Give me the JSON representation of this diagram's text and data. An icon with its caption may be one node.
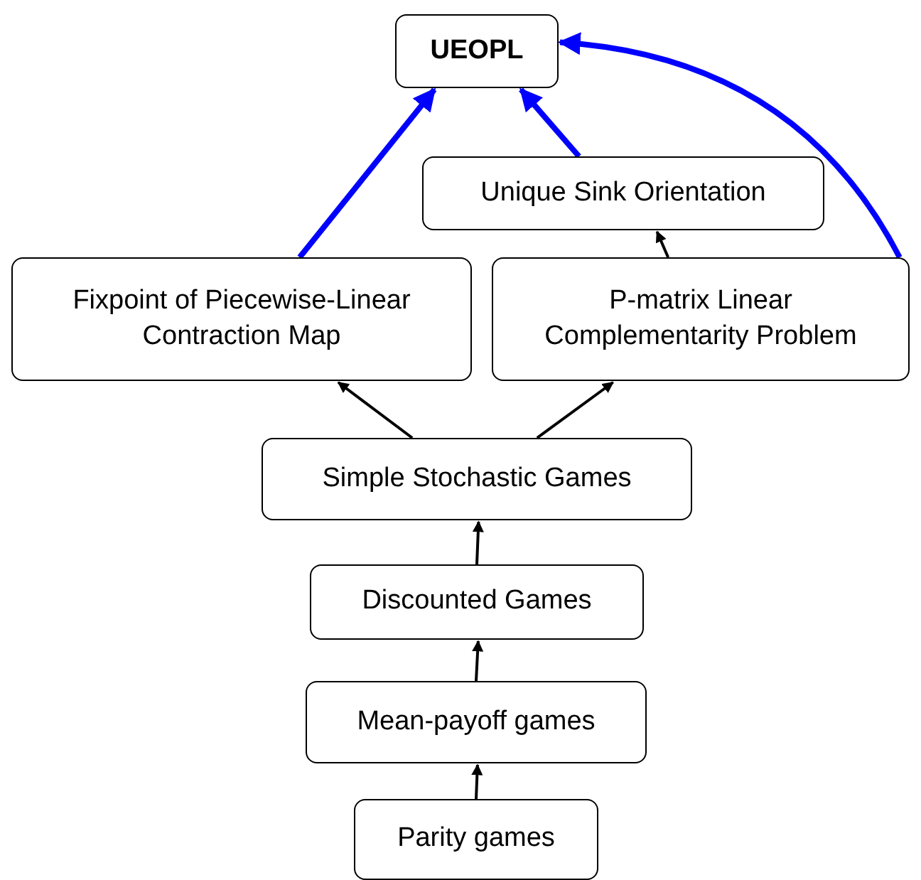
{
  "diagram": {
    "nodes": [
      {
        "text": [
          "UEOPL"
        ]
      },
      {
        "text": [
          "Unique Sink Orientation"
        ]
      },
      {
        "text": [
          "Fixpoint of Piecewise-Linear Contraction Map"
        ]
      },
      {
        "text": [
          "P-matrix Linear Complementarity Problem"
        ]
      },
      {
        "text": [
          "Simple Stochastic Games"
        ]
      },
      {
        "text": [
          "Discounted Games"
        ]
      },
      {
        "text": [
          "Mean-payoff games"
        ]
      },
      {
        "text": [
          "Parity games"
        ]
      }
    ],
    "edges": [
      {
        "from": 2,
        "to": 0,
        "arrow": "to",
        "style": "thick",
        "color": "#0000ff"
      },
      {
        "from": 1,
        "to": 0,
        "arrow": "to",
        "style": "thick",
        "color": "#0000ff"
      },
      {
        "from": 3,
        "to": 0,
        "arrow": "to",
        "style": "thick",
        "color": "#0000ff"
      },
      {
        "from": 3,
        "to": 1,
        "arrow": "to"
      },
      {
        "from": 4,
        "to": 2,
        "arrow": "to"
      },
      {
        "from": 4,
        "to": 3,
        "arrow": "to"
      },
      {
        "from": 5,
        "to": 4,
        "arrow": "to"
      },
      {
        "from": 6,
        "to": 5,
        "arrow": "to"
      },
      {
        "from": 7,
        "to": 6,
        "arrow": "to"
      }
    ]
  }
}
